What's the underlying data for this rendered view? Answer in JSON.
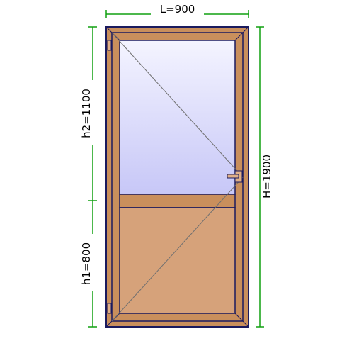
{
  "dimensions": {
    "width_label": "L=900",
    "height_label": "H=1900",
    "upper_height_label": "h2=1100",
    "lower_height_label": "h1=800"
  },
  "colors": {
    "dimension_line": "#10a010",
    "outline": "#1a1a5e",
    "frame_wood": "#c98f5c",
    "panel_wood": "#d6a27a",
    "glass_top": "#f4f4ff",
    "glass_bottom": "#c7c7f7",
    "opening_line": "#707070",
    "handle_fill": "#e0b088"
  }
}
